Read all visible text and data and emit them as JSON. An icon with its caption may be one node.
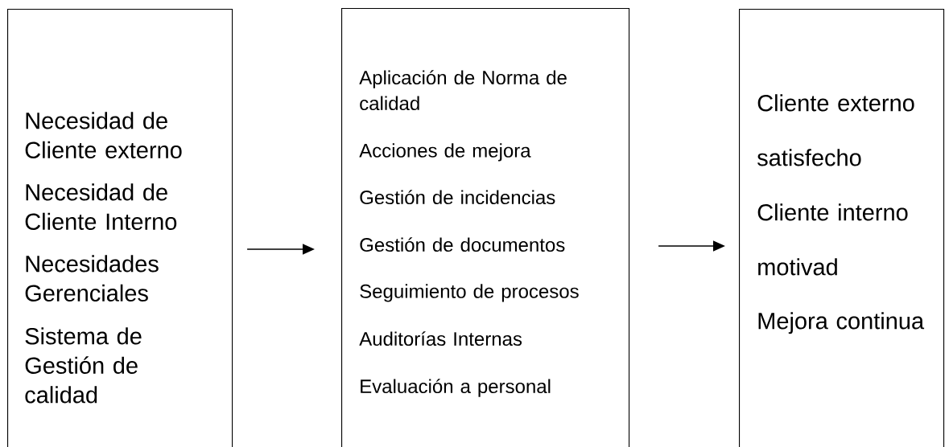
{
  "diagram": {
    "nodes": [
      {
        "text": [
          "Necesidad de Cliente externo",
          "Necesidad de Cliente Interno",
          "Necesidades Gerenciales",
          "Sistema de Gestión de calidad"
        ]
      },
      {
        "text": [
          "Aplicación de Norma de calidad",
          "Acciones de mejora",
          "Gestión de incidencias",
          "Gestión de documentos",
          "Seguimiento de procesos",
          "Auditorías Internas",
          "Evaluación a personal"
        ]
      },
      {
        "text": [
          "Cliente externo satisfecho",
          "Cliente interno motivad",
          "Mejora continua"
        ]
      }
    ],
    "edges": [
      {
        "from": 0,
        "to": 1,
        "arrow": "to"
      },
      {
        "from": 1,
        "to": 2,
        "arrow": "to"
      }
    ]
  }
}
